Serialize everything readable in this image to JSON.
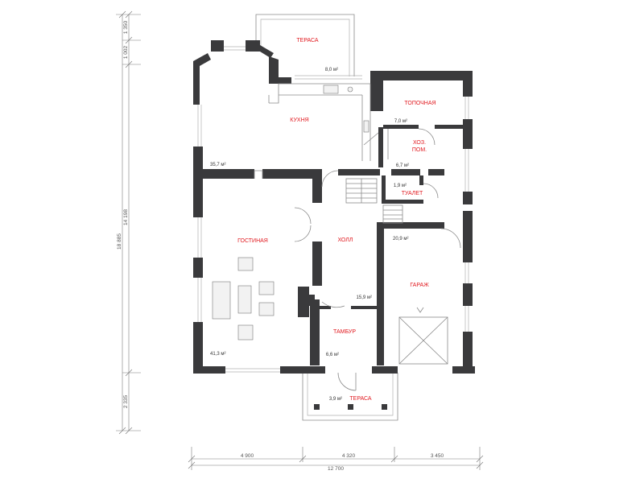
{
  "rooms": {
    "terrace_top": "ТЕРАСА",
    "kitchen": "КУХНЯ",
    "boiler": "ТОПОЧНАЯ",
    "storage_line1": "ХОЗ.",
    "storage_line2": "ПОМ.",
    "toilet": "ТУАЛЕТ",
    "living": "ГОСТИНАЯ",
    "hall": "ХОЛЛ",
    "garage": "ГАРАЖ",
    "vestibule": "ТАМБУР",
    "terrace_bottom": "ТЕРАСА"
  },
  "areas": {
    "terrace_top": "8,0 м²",
    "kitchen": "35,7 м²",
    "boiler": "7,0 м²",
    "storage": "6,7 м²",
    "toilet": "1,9 м²",
    "garage": "20,9 м²",
    "hall": "15,9 м²",
    "living": "41,3 м²",
    "vestibule": "6,6 м²",
    "terrace_bottom": "3,9 м²"
  },
  "dimensions": {
    "left_outer_total": "18 885",
    "left_inner_total": "14 198",
    "left_top_1": "1 350",
    "left_top_2": "1 002",
    "left_bottom": "2 335",
    "bottom_1": "4 900",
    "bottom_2": "4 320",
    "bottom_3": "3 450",
    "bottom_total": "12 700"
  }
}
